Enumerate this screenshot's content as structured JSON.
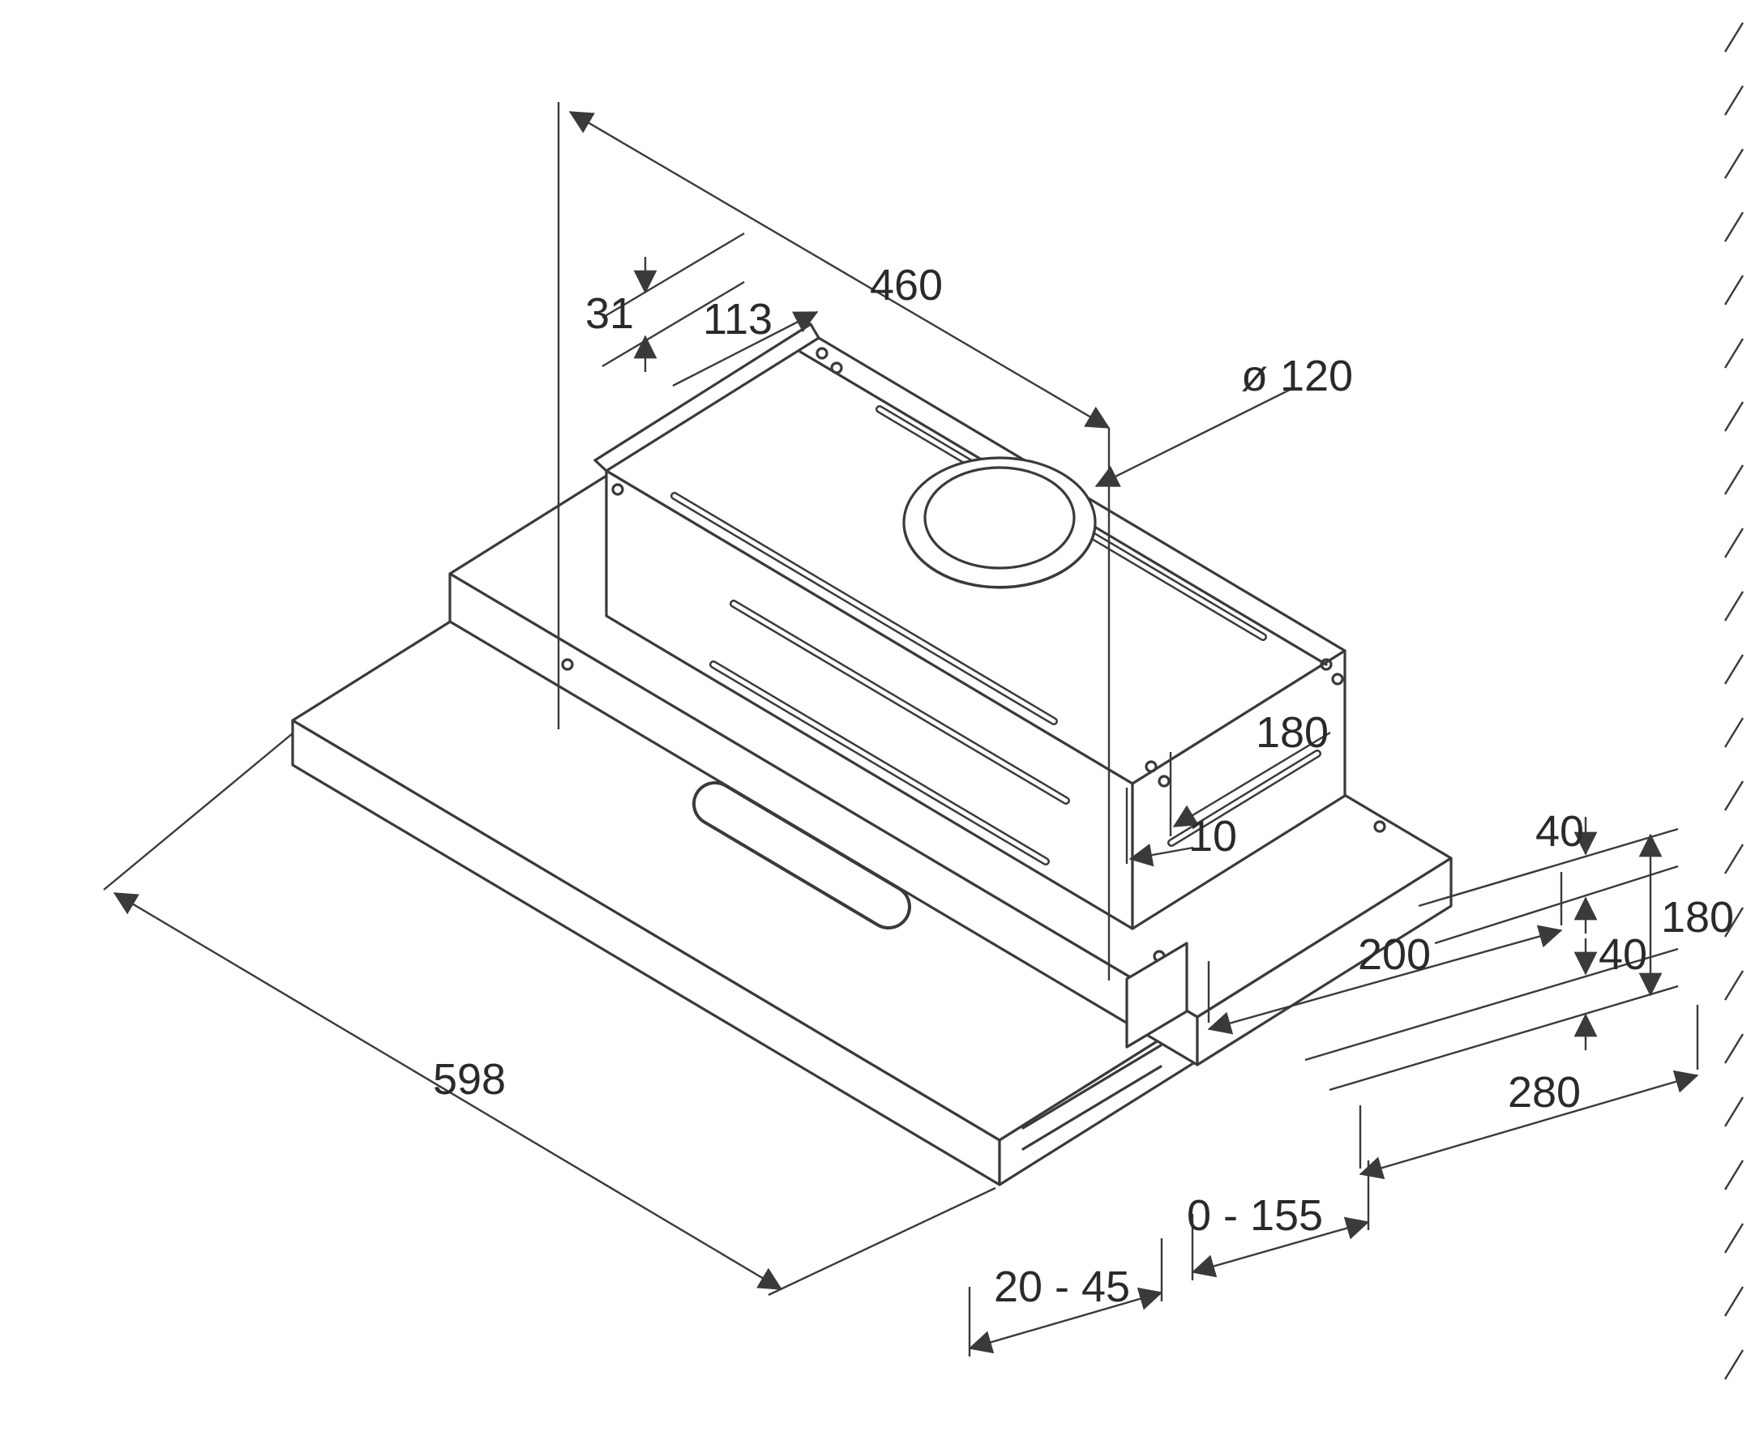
{
  "page": {
    "background_color": "#ffffff",
    "line_color": "#3a3a3a",
    "label_color": "#2a2a2a"
  },
  "dimensions": {
    "d460": "460",
    "d31": "31",
    "d113": "113",
    "d120": "ø 120",
    "d180_duct": "180",
    "d10": "10",
    "d40_top": "40",
    "d180_height": "180",
    "d40_bottom": "40",
    "d200": "200",
    "d280": "280",
    "d598": "598",
    "d0_155": "0 - 155",
    "d20_45": "20 - 45"
  }
}
